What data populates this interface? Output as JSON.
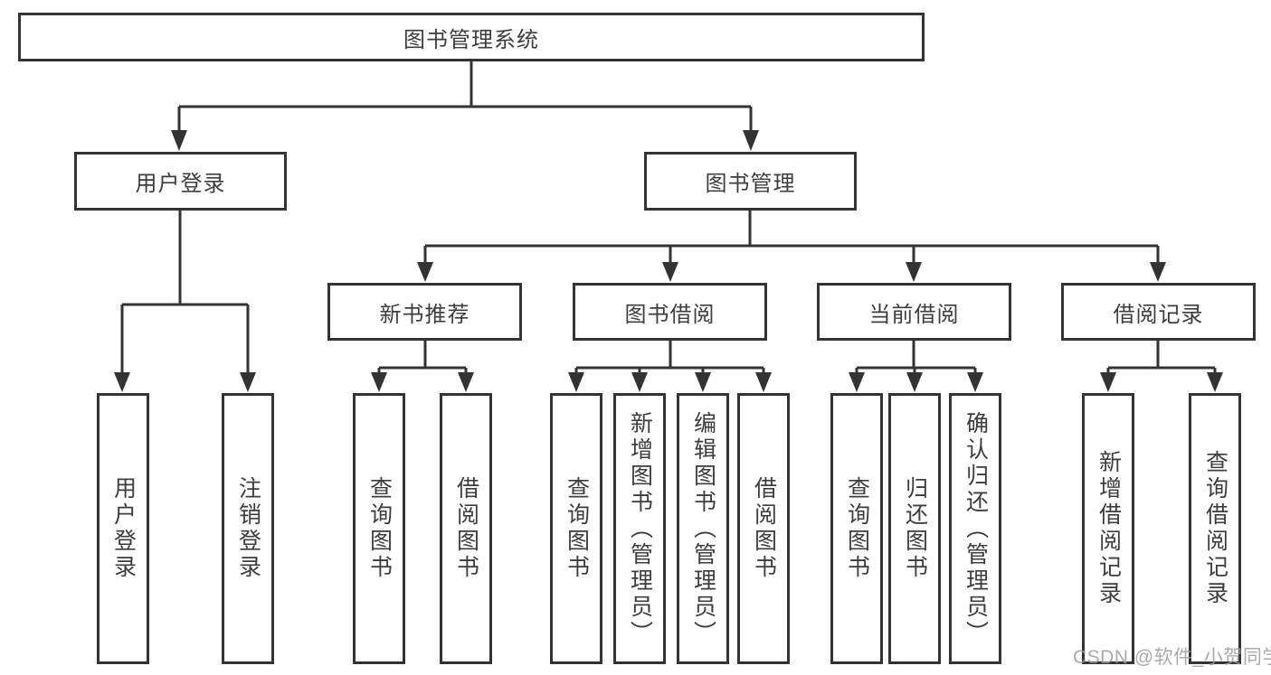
{
  "root": {
    "label": "图书管理系统"
  },
  "level2": [
    {
      "label": "用户登录"
    },
    {
      "label": "图书管理"
    }
  ],
  "level3": [
    {
      "label": "新书推荐"
    },
    {
      "label": "图书借阅"
    },
    {
      "label": "当前借阅"
    },
    {
      "label": "借阅记录"
    }
  ],
  "leaves": [
    {
      "label": "用户登录"
    },
    {
      "label": "注销登录"
    },
    {
      "label": "查询图书"
    },
    {
      "label": "借阅图书"
    },
    {
      "label": "查询图书"
    },
    {
      "label": "新增图书（管理员）"
    },
    {
      "label": "编辑图书（管理员）"
    },
    {
      "label": "借阅图书"
    },
    {
      "label": "查询图书"
    },
    {
      "label": "归还图书"
    },
    {
      "label": "确认归还（管理员）"
    },
    {
      "label": "新增借阅记录"
    },
    {
      "label": "查询借阅记录"
    }
  ],
  "watermark": "CSDN @软件_小贺同学",
  "colors": {
    "line": "#333333",
    "text": "#3d3d3d",
    "watermark": "#9e9e9e",
    "background": "#ffffff"
  }
}
